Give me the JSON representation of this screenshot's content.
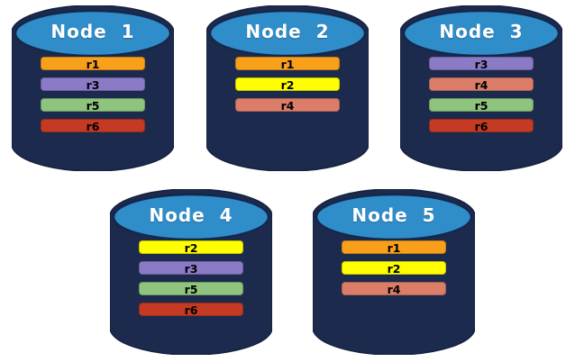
{
  "canvas": {
    "background": "#ffffff"
  },
  "cylinder": {
    "body_color": "#1C2A4D",
    "body_edge_color": "#14213F",
    "top_color": "#2F8DC9",
    "top_border_color": "#15284C",
    "title_color": "#ffffff"
  },
  "replica_colors": {
    "r1": "#F9A01B",
    "r2": "#FEFE00",
    "r3": "#8B7AC5",
    "r4": "#DB7D68",
    "r5": "#8EC47E",
    "r6": "#C43A22"
  },
  "nodes": [
    {
      "title": "Node  1",
      "bars": [
        {
          "label": "r1",
          "color": "#F9A01B"
        },
        {
          "label": "r3",
          "color": "#8B7AC5"
        },
        {
          "label": "r5",
          "color": "#8EC47E"
        },
        {
          "label": "r6",
          "color": "#C43A22"
        }
      ]
    },
    {
      "title": "Node  2",
      "bars": [
        {
          "label": "r1",
          "color": "#F9A01B"
        },
        {
          "label": "r2",
          "color": "#FEFE00"
        },
        {
          "label": "r4",
          "color": "#DB7D68"
        }
      ]
    },
    {
      "title": "Node  3",
      "bars": [
        {
          "label": "r3",
          "color": "#8B7AC5"
        },
        {
          "label": "r4",
          "color": "#DB7D68"
        },
        {
          "label": "r5",
          "color": "#8EC47E"
        },
        {
          "label": "r6",
          "color": "#C43A22"
        }
      ]
    },
    {
      "title": "Node  4",
      "bars": [
        {
          "label": "r2",
          "color": "#FEFE00"
        },
        {
          "label": "r3",
          "color": "#8B7AC5"
        },
        {
          "label": "r5",
          "color": "#8EC47E"
        },
        {
          "label": "r6",
          "color": "#C43A22"
        }
      ]
    },
    {
      "title": "Node  5",
      "bars": [
        {
          "label": "r1",
          "color": "#F9A01B"
        },
        {
          "label": "r2",
          "color": "#FEFE00"
        },
        {
          "label": "r4",
          "color": "#DB7D68"
        }
      ]
    }
  ]
}
